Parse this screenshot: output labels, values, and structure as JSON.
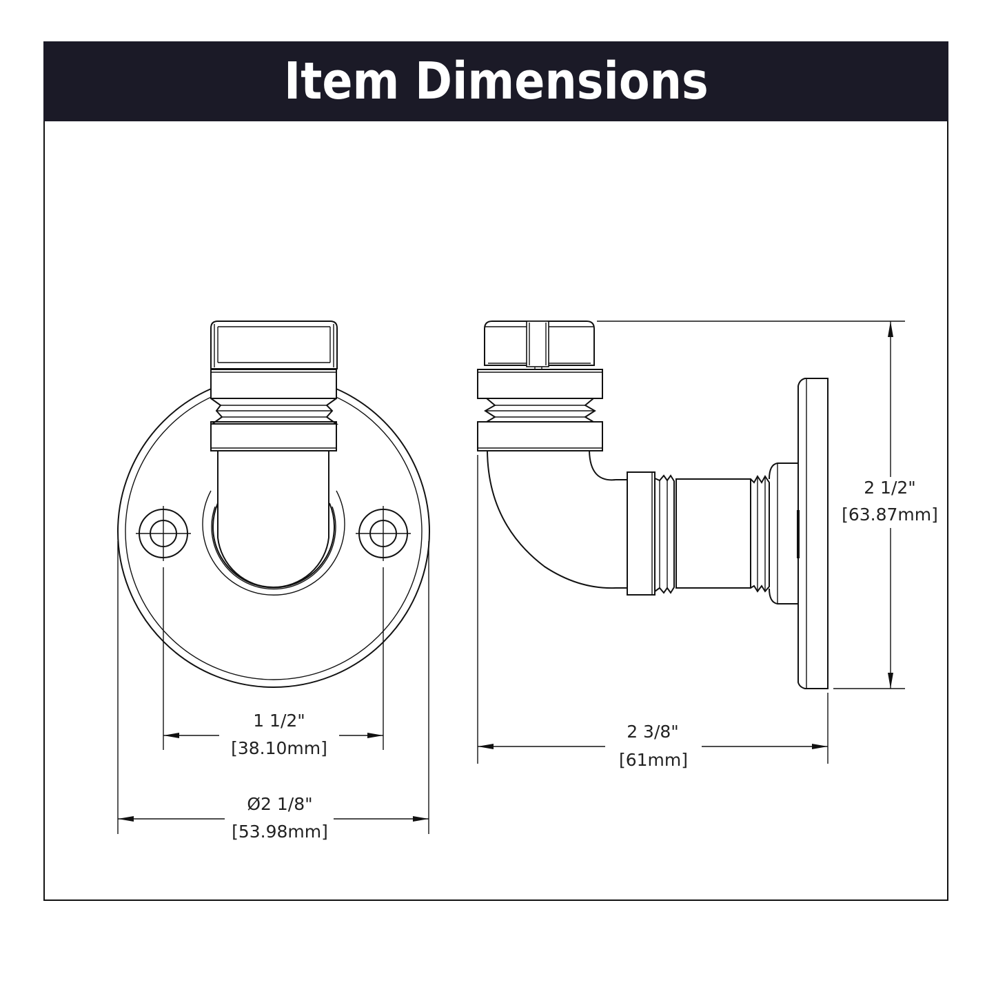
{
  "header": {
    "title": "Item Dimensions",
    "background_color": "#1b1a27",
    "text_color": "#ffffff"
  },
  "front_view": {
    "hole_spacing": {
      "imperial": "1 1/2\"",
      "metric": "[38.10mm]"
    },
    "flange_diameter": {
      "imperial": "Ø2 1/8\"",
      "metric": "[53.98mm]"
    }
  },
  "side_view": {
    "projection": {
      "imperial": "2 3/8\"",
      "metric": "[61mm]"
    },
    "height": {
      "imperial": "2 1/2\"",
      "metric": "[63.87mm]"
    }
  }
}
